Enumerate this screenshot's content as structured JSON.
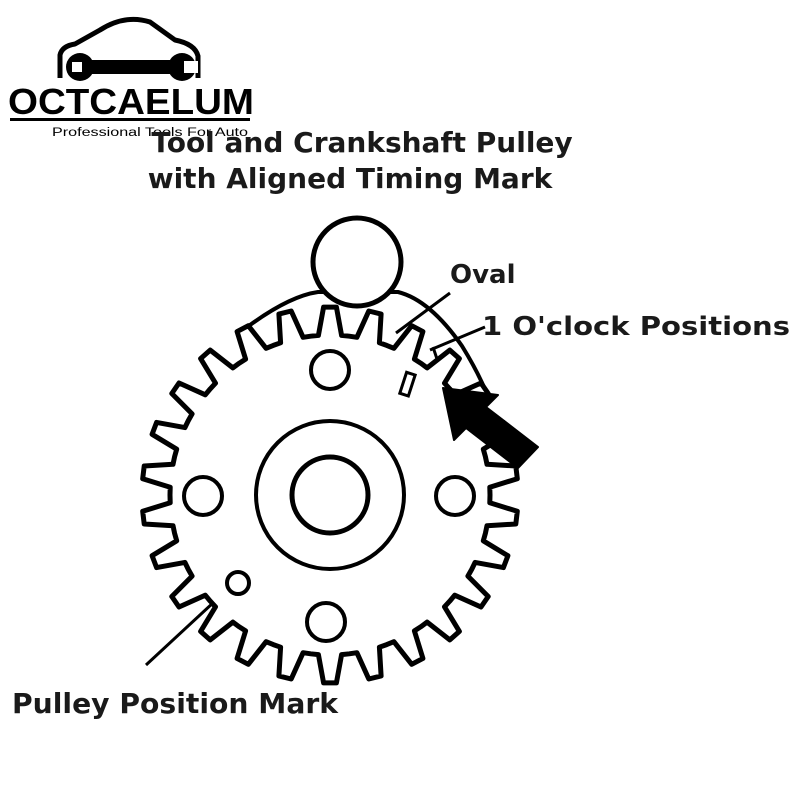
{
  "logo": {
    "brand": "OCTCAELUM",
    "tagline": "Professional Tools For Auto",
    "icon": "car-wrench-logo"
  },
  "title": {
    "line1": "Tool and Crankshaft Pulley",
    "line2": "with Aligned Timing Mark"
  },
  "labels": {
    "oval": "Oval",
    "clock": "1 O'clock Positions",
    "pulley_mark": "Pulley Position Mark"
  },
  "gear": {
    "teeth": 26
  },
  "colors": {
    "ink": "#000000",
    "background": "#ffffff"
  }
}
